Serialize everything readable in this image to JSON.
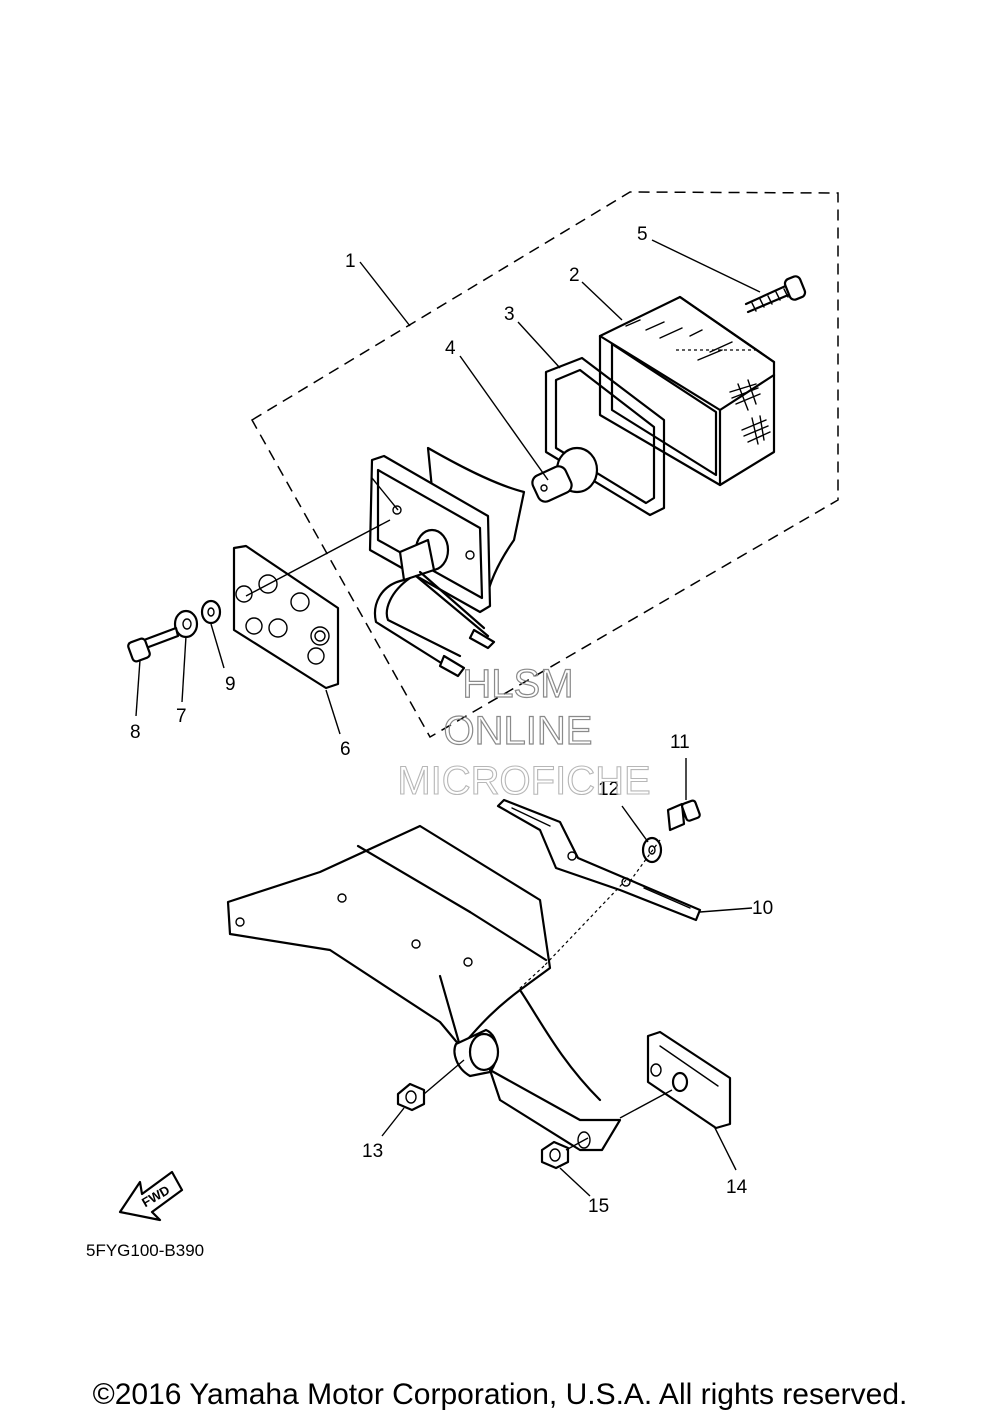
{
  "diagram": {
    "callouts": [
      "1",
      "2",
      "3",
      "4",
      "5",
      "6",
      "7",
      "8",
      "9",
      "10",
      "11",
      "12",
      "13",
      "14",
      "15"
    ],
    "drawing_code": "5FYG100-B390",
    "fwd_label": "FWD",
    "watermark": {
      "line1": "HLSM",
      "line2": "ONLINE",
      "line3": "MICROFICHE"
    }
  },
  "copyright": "©2016 Yamaha Motor Corporation, U.S.A. All rights reserved."
}
